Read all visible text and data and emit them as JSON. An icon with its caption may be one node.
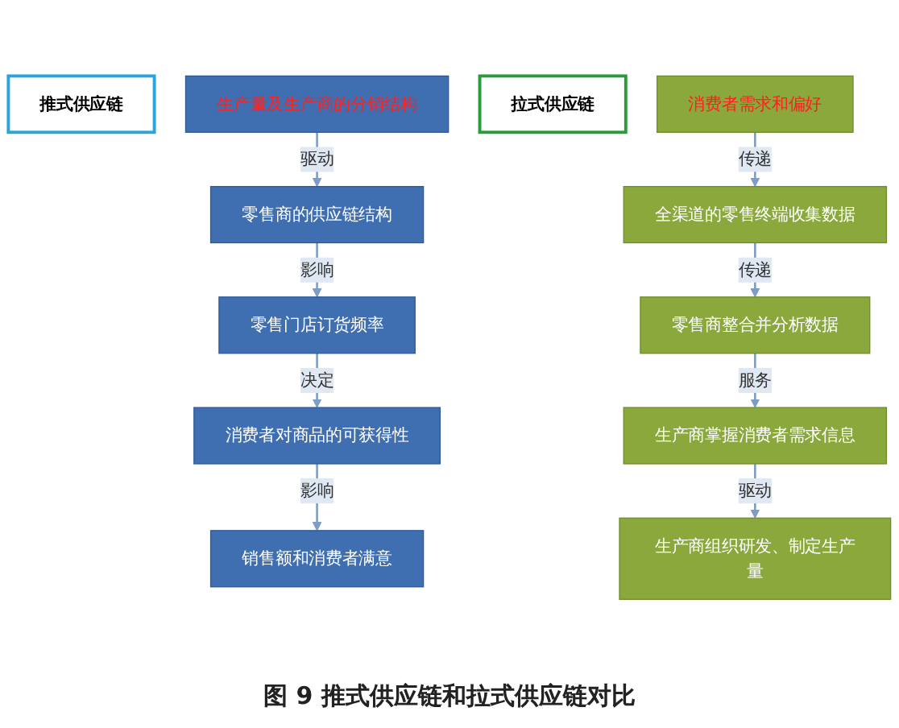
{
  "diagram": {
    "caption": "图 9 推式供应链和拉式供应链对比",
    "nodes": [
      {
        "text": [
          "推式供应链"
        ]
      },
      {
        "text": [
          "生产量及生产商的分销结构"
        ]
      },
      {
        "text": [
          "零售商的供应链结构"
        ]
      },
      {
        "text": [
          "零售门店订货频率"
        ]
      },
      {
        "text": [
          "消费者对商品的可获得性"
        ]
      },
      {
        "text": [
          "销售额和消费者满意"
        ]
      },
      {
        "text": [
          "拉式供应链"
        ]
      },
      {
        "text": [
          "消费者需求和偏好"
        ]
      },
      {
        "text": [
          "全渠道的零售终端收集数据"
        ]
      },
      {
        "text": [
          "零售商整合并分析数据"
        ]
      },
      {
        "text": [
          "生产商掌握消费者需求信息"
        ]
      },
      {
        "text": [
          "生产商组织研发、制定生产量"
        ]
      }
    ],
    "edges": [
      {
        "from": 1,
        "to": 2,
        "arrow": "to",
        "label": "驱动"
      },
      {
        "from": 2,
        "to": 3,
        "arrow": "to",
        "label": "影响"
      },
      {
        "from": 3,
        "to": 4,
        "arrow": "to",
        "label": "决定"
      },
      {
        "from": 4,
        "to": 5,
        "arrow": "to",
        "label": "影响"
      },
      {
        "from": 7,
        "to": 8,
        "arrow": "to",
        "label": "传递"
      },
      {
        "from": 8,
        "to": 9,
        "arrow": "to",
        "label": "传递"
      },
      {
        "from": 9,
        "to": 10,
        "arrow": "to",
        "label": "服务"
      },
      {
        "from": 10,
        "to": 11,
        "arrow": "to",
        "label": "驱动"
      }
    ]
  }
}
